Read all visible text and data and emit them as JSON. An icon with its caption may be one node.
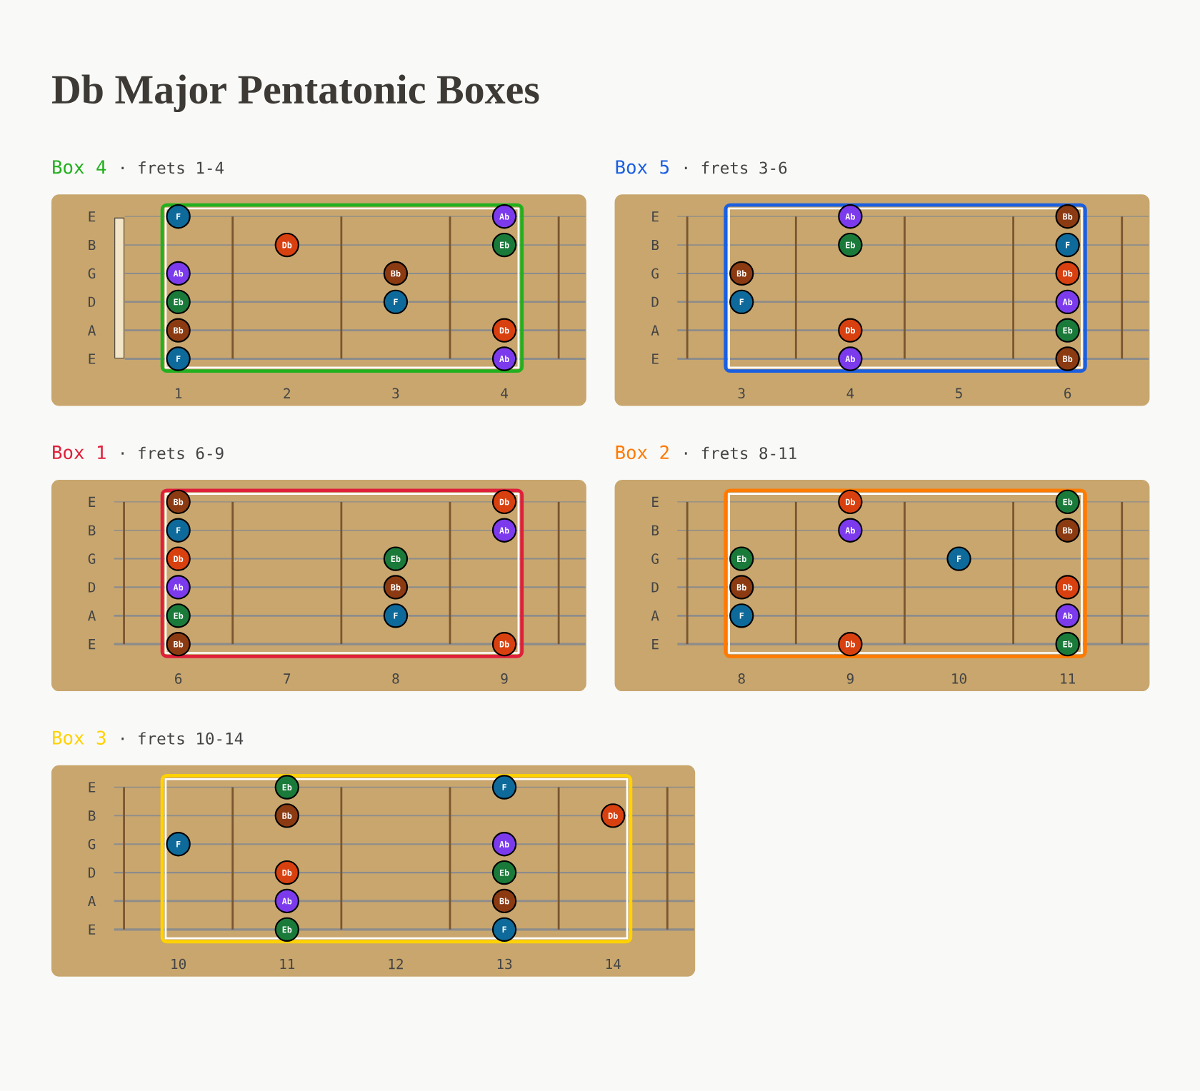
{
  "diagram": {
    "title": "Db Major Pentatonic Boxes",
    "nodes": [
      {
        "text": [
          "Box 4",
          "· frets 1-4",
          "E",
          "B",
          "G",
          "D",
          "A",
          "E",
          "1",
          "2",
          "3",
          "4"
        ]
      },
      {
        "text": [
          "F"
        ],
        "in": 0
      },
      {
        "text": [
          "Ab"
        ],
        "in": 0
      },
      {
        "text": [
          "Db"
        ],
        "in": 0
      },
      {
        "text": [
          "Eb"
        ],
        "in": 0
      },
      {
        "text": [
          "Ab"
        ],
        "in": 0
      },
      {
        "text": [
          "Bb"
        ],
        "in": 0
      },
      {
        "text": [
          "Eb"
        ],
        "in": 0
      },
      {
        "text": [
          "F"
        ],
        "in": 0
      },
      {
        "text": [
          "Bb"
        ],
        "in": 0
      },
      {
        "text": [
          "Db"
        ],
        "in": 0
      },
      {
        "text": [
          "F"
        ],
        "in": 0
      },
      {
        "text": [
          "Ab"
        ],
        "in": 0
      },
      {
        "text": [
          "Box 5",
          "· frets 3-6",
          "E",
          "B",
          "G",
          "D",
          "A",
          "E",
          "3",
          "4",
          "5",
          "6"
        ]
      },
      {
        "text": [
          "Ab"
        ],
        "in": 13
      },
      {
        "text": [
          "Bb"
        ],
        "in": 13
      },
      {
        "text": [
          "Eb"
        ],
        "in": 13
      },
      {
        "text": [
          "F"
        ],
        "in": 13
      },
      {
        "text": [
          "Bb"
        ],
        "in": 13
      },
      {
        "text": [
          "Db"
        ],
        "in": 13
      },
      {
        "text": [
          "F"
        ],
        "in": 13
      },
      {
        "text": [
          "Ab"
        ],
        "in": 13
      },
      {
        "text": [
          "Db"
        ],
        "in": 13
      },
      {
        "text": [
          "Eb"
        ],
        "in": 13
      },
      {
        "text": [
          "Ab"
        ],
        "in": 13
      },
      {
        "text": [
          "Bb"
        ],
        "in": 13
      },
      {
        "text": [
          "Box 1",
          "· frets 6-9",
          "E",
          "B",
          "G",
          "D",
          "A",
          "E",
          "6",
          "7",
          "8",
          "9"
        ]
      },
      {
        "text": [
          "Bb"
        ],
        "in": 26
      },
      {
        "text": [
          "Db"
        ],
        "in": 26
      },
      {
        "text": [
          "F"
        ],
        "in": 26
      },
      {
        "text": [
          "Ab"
        ],
        "in": 26
      },
      {
        "text": [
          "Db"
        ],
        "in": 26
      },
      {
        "text": [
          "Eb"
        ],
        "in": 26
      },
      {
        "text": [
          "Ab"
        ],
        "in": 26
      },
      {
        "text": [
          "Bb"
        ],
        "in": 26
      },
      {
        "text": [
          "Eb"
        ],
        "in": 26
      },
      {
        "text": [
          "F"
        ],
        "in": 26
      },
      {
        "text": [
          "Bb"
        ],
        "in": 26
      },
      {
        "text": [
          "Db"
        ],
        "in": 26
      },
      {
        "text": [
          "Box 2",
          "· frets 8-11",
          "E",
          "B",
          "G",
          "D",
          "A",
          "E",
          "8",
          "9",
          "10",
          "11"
        ]
      },
      {
        "text": [
          "Db"
        ],
        "in": 39
      },
      {
        "text": [
          "Eb"
        ],
        "in": 39
      },
      {
        "text": [
          "Ab"
        ],
        "in": 39
      },
      {
        "text": [
          "Bb"
        ],
        "in": 39
      },
      {
        "text": [
          "Eb"
        ],
        "in": 39
      },
      {
        "text": [
          "F"
        ],
        "in": 39
      },
      {
        "text": [
          "Bb"
        ],
        "in": 39
      },
      {
        "text": [
          "Db"
        ],
        "in": 39
      },
      {
        "text": [
          "F"
        ],
        "in": 39
      },
      {
        "text": [
          "Ab"
        ],
        "in": 39
      },
      {
        "text": [
          "Db"
        ],
        "in": 39
      },
      {
        "text": [
          "Eb"
        ],
        "in": 39
      },
      {
        "text": [
          "Box 3",
          "· frets 10-14",
          "E",
          "B",
          "G",
          "D",
          "A",
          "E",
          "10",
          "11",
          "12",
          "13",
          "14"
        ]
      },
      {
        "text": [
          "Eb"
        ],
        "in": 52
      },
      {
        "text": [
          "F"
        ],
        "in": 52
      },
      {
        "text": [
          "Bb"
        ],
        "in": 52
      },
      {
        "text": [
          "Db"
        ],
        "in": 52
      },
      {
        "text": [
          "F"
        ],
        "in": 52
      },
      {
        "text": [
          "Ab"
        ],
        "in": 52
      },
      {
        "text": [
          "Db"
        ],
        "in": 52
      },
      {
        "text": [
          "Eb"
        ],
        "in": 52
      },
      {
        "text": [
          "Ab"
        ],
        "in": 52
      },
      {
        "text": [
          "Bb"
        ],
        "in": 52
      },
      {
        "text": [
          "Eb"
        ],
        "in": 52
      },
      {
        "text": [
          "F"
        ],
        "in": 52
      }
    ]
  }
}
